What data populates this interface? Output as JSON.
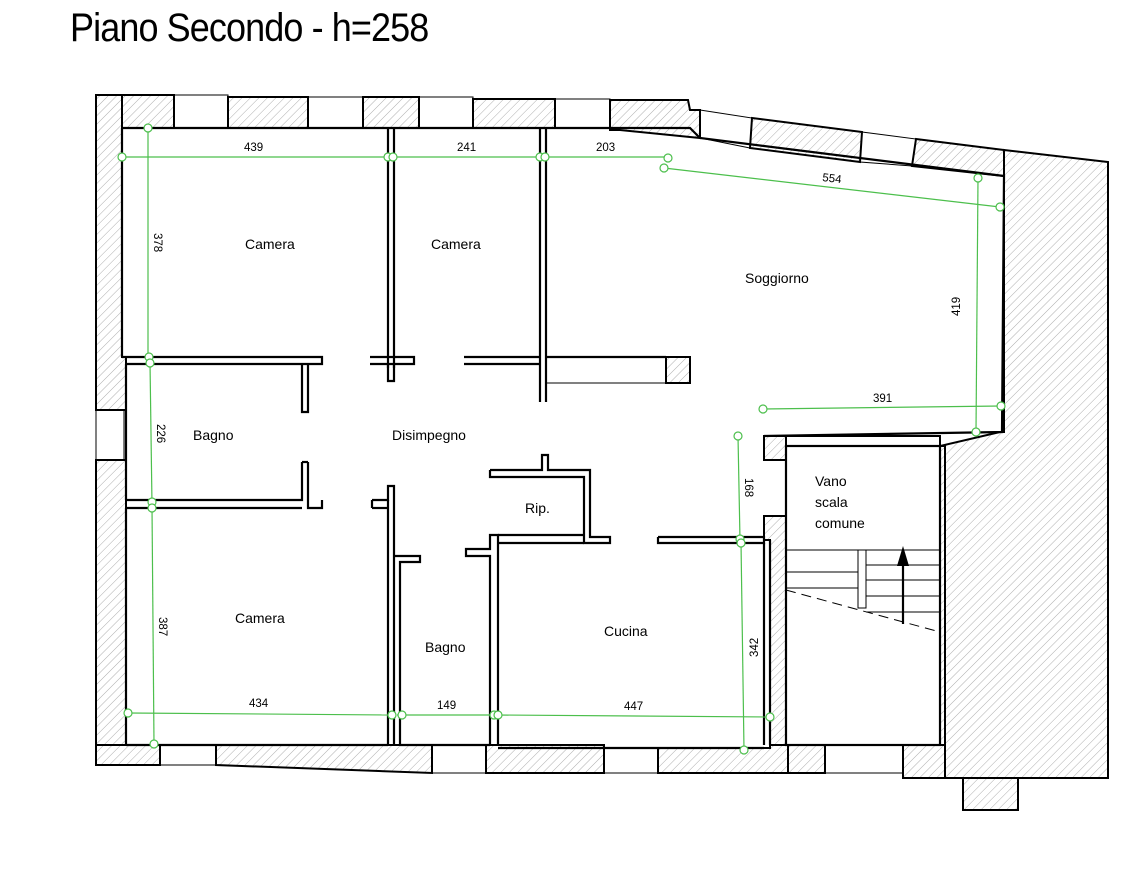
{
  "title": "Piano Secondo - h=258",
  "rooms": {
    "camera_1": "Camera",
    "camera_2": "Camera",
    "soggiorno": "Soggiorno",
    "bagno_1": "Bagno",
    "disimpegno": "Disimpegno",
    "rip": "Rip.",
    "camera_3": "Camera",
    "bagno_2": "Bagno",
    "cucina": "Cucina",
    "vano_line1": "Vano",
    "vano_line2": "scala",
    "vano_line3": "comune"
  },
  "dimensions": {
    "d439": "439",
    "d241": "241",
    "d203": "203",
    "d554": "554",
    "d378": "378",
    "d419": "419",
    "d391": "391",
    "d226": "226",
    "d168": "168",
    "d387": "387",
    "d342": "342",
    "d434": "434",
    "d149": "149",
    "d447": "447"
  },
  "colors": {
    "dimension_line": "#4cbf4c",
    "wall_outline": "#000000"
  }
}
